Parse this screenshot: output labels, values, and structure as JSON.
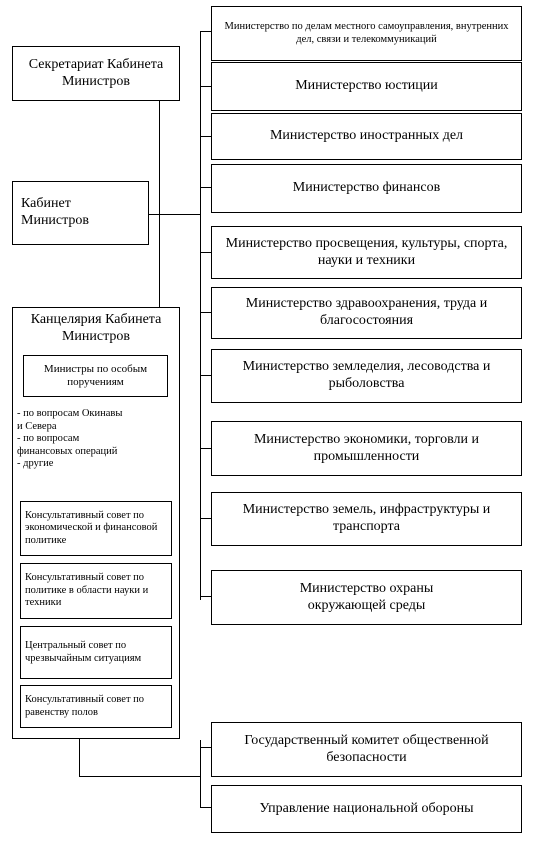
{
  "left": {
    "secretariat": "Секретариат Кабинета Министров",
    "cabinet": "Кабинет Министров",
    "chancellery": {
      "title": "Канцелярия Кабинета Министров",
      "ministers_special": "Министры по особым поручениям",
      "list": [
        "- по вопросам Окинавы",
        "и Севера",
        "- по вопросам",
        "финансовых операций",
        "- другие"
      ],
      "councils": [
        "Консультативный совет по экономической и финансовой политике",
        "Консультативный совет по политике в области науки и техники",
        "Центральный совет по чрезвычайным ситуациям",
        "Консультативный совет по равенству полов"
      ]
    }
  },
  "ministries": [
    "Министерство по делам местного самоуправления, внутренних дел, связи и телекоммуникаций",
    "Министерство юстиции",
    "Министерство иностранных дел",
    "Министерство финансов",
    "Министерство просвещения, культуры, спорта, науки и техники",
    "Министерство здравоохранения, труда и благосостояния",
    "Министерство земледелия, лесоводства и рыболовства",
    "Министерство экономики, торговли и промышленности",
    "Министерство земель, инфраструктуры и транспорта",
    "Министерство охраны окружающей среды"
  ],
  "bottom": [
    "Государственный комитет общественной безопасности",
    "Управление национальной обороны"
  ]
}
